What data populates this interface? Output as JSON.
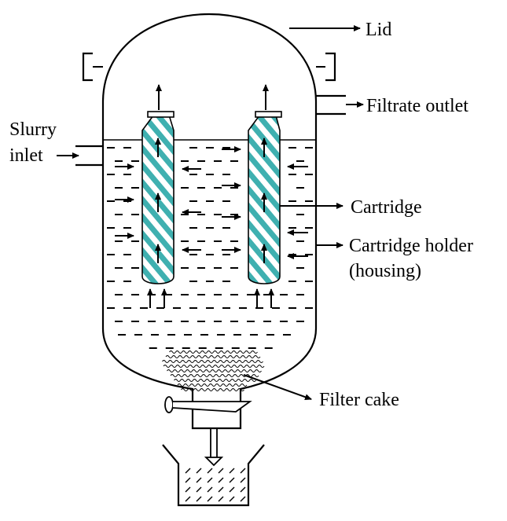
{
  "labels": {
    "lid": "Lid",
    "filtrate_outlet": "Filtrate outlet",
    "slurry_inlet_line1": "Slurry",
    "slurry_inlet_line2": "inlet",
    "cartridge": "Cartridge",
    "cartridge_holder_line1": "Cartridge holder",
    "cartridge_holder_line2": "(housing)",
    "filter_cake": "Filter cake"
  },
  "colors": {
    "line": "#000000",
    "cartridge_stripe": "#3fb0b0",
    "background": "#ffffff"
  }
}
